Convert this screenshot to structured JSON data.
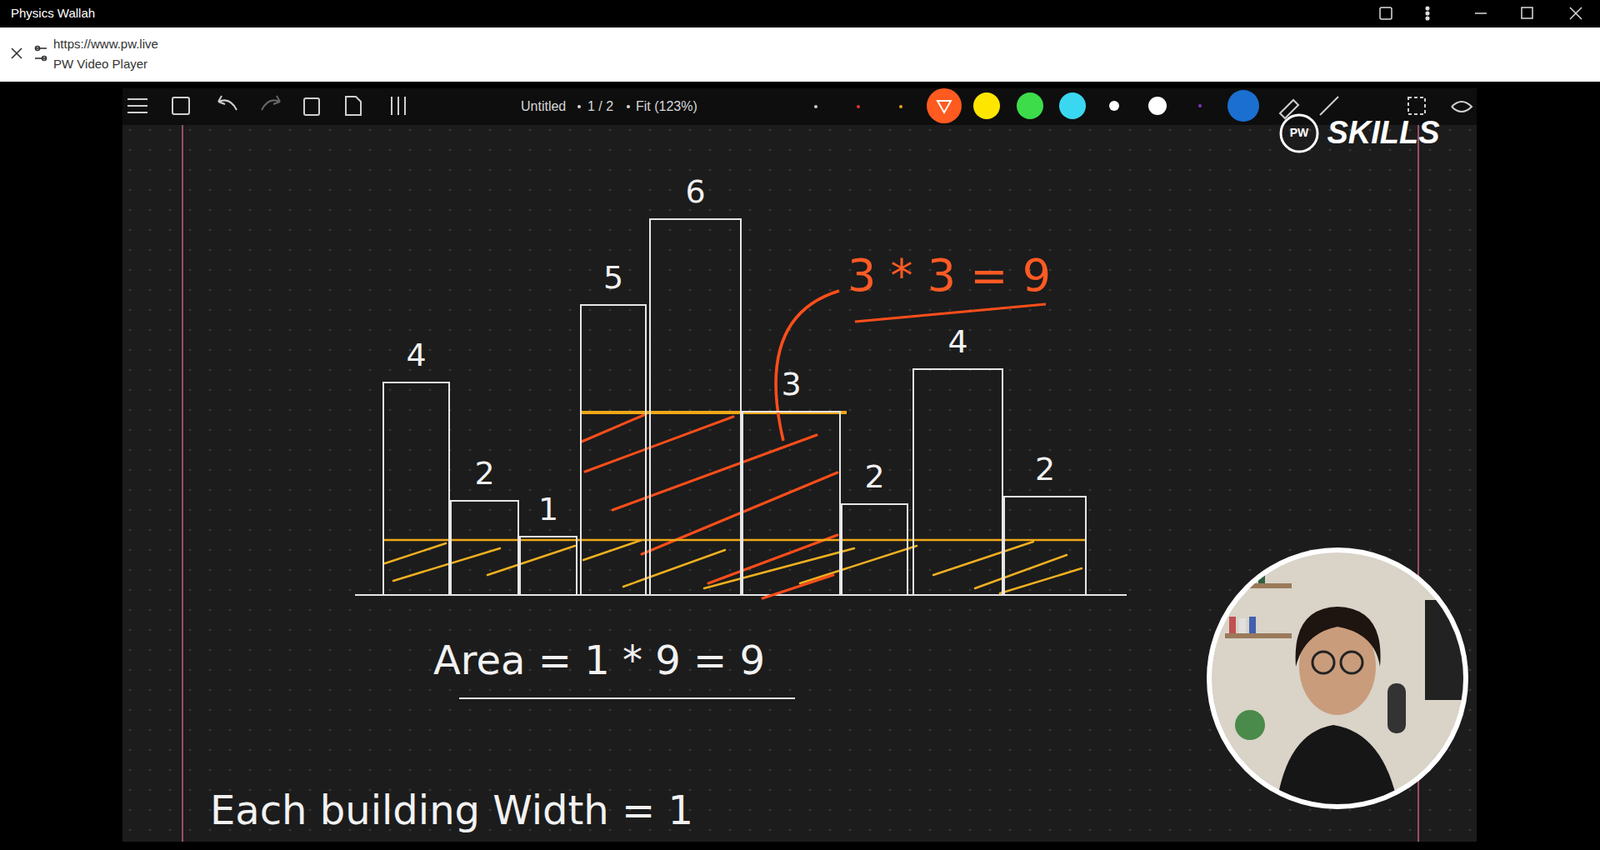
{
  "diagram": {
    "nodes": [
      {
        "text": [
          "4"
        ]
      },
      {
        "text": [
          "2"
        ]
      },
      {
        "text": [
          "1"
        ]
      },
      {
        "text": [
          "5"
        ]
      },
      {
        "text": [
          "6"
        ]
      },
      {
        "text": [
          "3"
        ]
      },
      {
        "text": [
          "2"
        ]
      },
      {
        "text": [
          "4"
        ]
      },
      {
        "text": [
          "2"
        ]
      }
    ],
    "labels": [
      "Physics Wallah",
      "https://www.pw.live",
      "PW Video Player",
      "Untitled",
      "1 / 2",
      "Fit (123%)",
      "SKILLS",
      "PW",
      "3 * 3 = 9",
      "Area = 1 * 9 = 9",
      "Each building Width = 1"
    ]
  }
}
